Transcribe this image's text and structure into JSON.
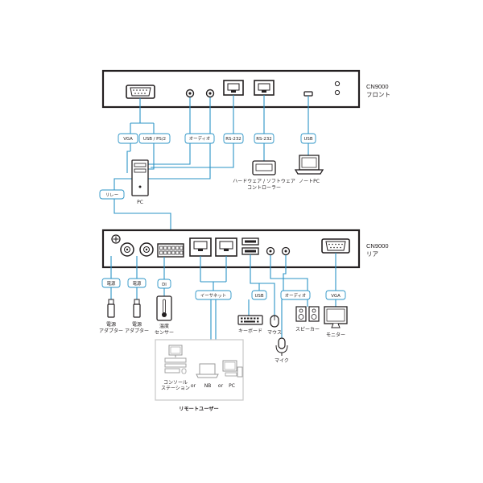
{
  "front": {
    "model": "CN9000",
    "side": "フロント"
  },
  "rear": {
    "model": "CN9000",
    "side": "リア"
  },
  "front_tags": {
    "vga": "VGA",
    "usb_ps2": "USB / PS/2",
    "audio": "オーディオ",
    "rs232_a": "RS-232",
    "rs232_b": "RS-232",
    "usb": "USB",
    "relay": "リレー"
  },
  "front_devices": {
    "pc": "PC",
    "hw_sw_controller_line1": "ハードウェア / ソフトウェア",
    "hw_sw_controller_line2": "コントローラー",
    "notebook": "ノートPC"
  },
  "rear_tags": {
    "power_a": "電源",
    "power_b": "電源",
    "di": "DI",
    "ethernet": "イーサネット",
    "usb": "USB",
    "audio": "オーディオ",
    "vga": "VGA"
  },
  "rear_devices": {
    "power_adapter_a_line1": "電源",
    "power_adapter_a_line2": "アダプター",
    "power_adapter_b_line1": "電源",
    "power_adapter_b_line2": "アダプター",
    "temp_sensor_line1": "温度",
    "temp_sensor_line2": "センサー",
    "keyboard": "キーボード",
    "mouse": "マウス",
    "speaker": "スピーカー",
    "mic": "マイク",
    "monitor": "モニター"
  },
  "remote": {
    "console_line1": "コンソール",
    "console_line2": "ステーション",
    "or_a": "or",
    "nb": "NB",
    "or_b": "or",
    "pc": "PC",
    "title": "リモートユーザー"
  },
  "colors": {
    "cable": "#2a93c6",
    "device_body": "#231f20",
    "panel_fill": "#ffffff"
  }
}
